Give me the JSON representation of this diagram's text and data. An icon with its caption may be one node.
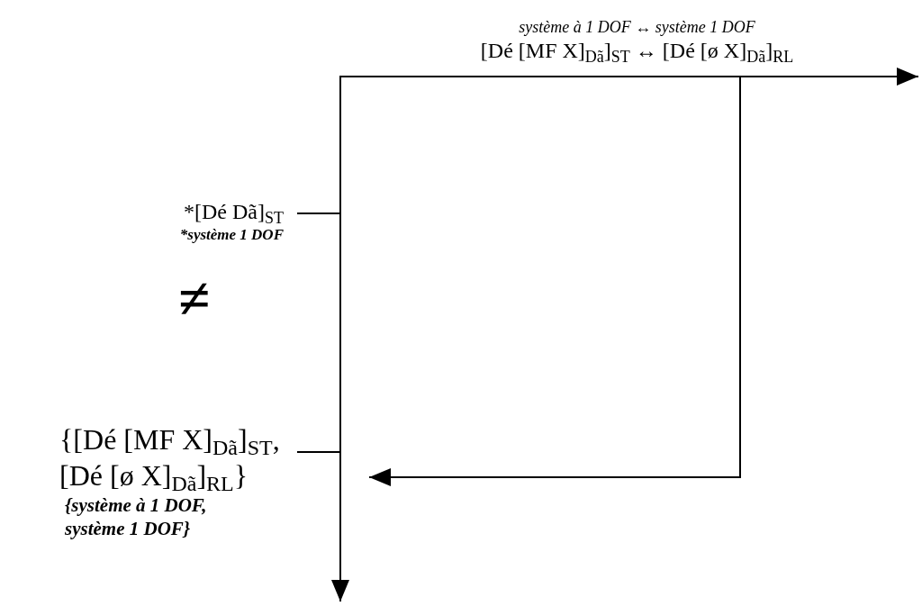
{
  "diagram": {
    "nodes": [
      {
        "text": [
          "système à 1 DOF ↔ système 1 DOF",
          "[Dé [MF X]$_{Dã}$]$_{ST}$ ↔ [Dé [ø X]$_{Dã}$]$_{RL}$"
        ]
      },
      {
        "text": [
          "*[Dé Dã]$_{ST}$",
          "*système 1 DOF"
        ]
      },
      {
        "text": [
          "{[Dé [MF X]$_{Dã}$]$_{ST}$, [Dé [ø X]$_{Dã}$]$_{RL}$}",
          "{système à 1 DOF, système 1 DOF}"
        ]
      }
    ],
    "edges": [
      {
        "from": 1,
        "to": null,
        "arrow": "to"
      },
      {
        "from": 1,
        "to": null,
        "arrow": "to"
      },
      {
        "from": 0,
        "to": null,
        "arrow": "to"
      },
      {
        "from": 2,
        "to": null,
        "arrow": "none"
      }
    ],
    "labels": [
      "≠"
    ]
  }
}
